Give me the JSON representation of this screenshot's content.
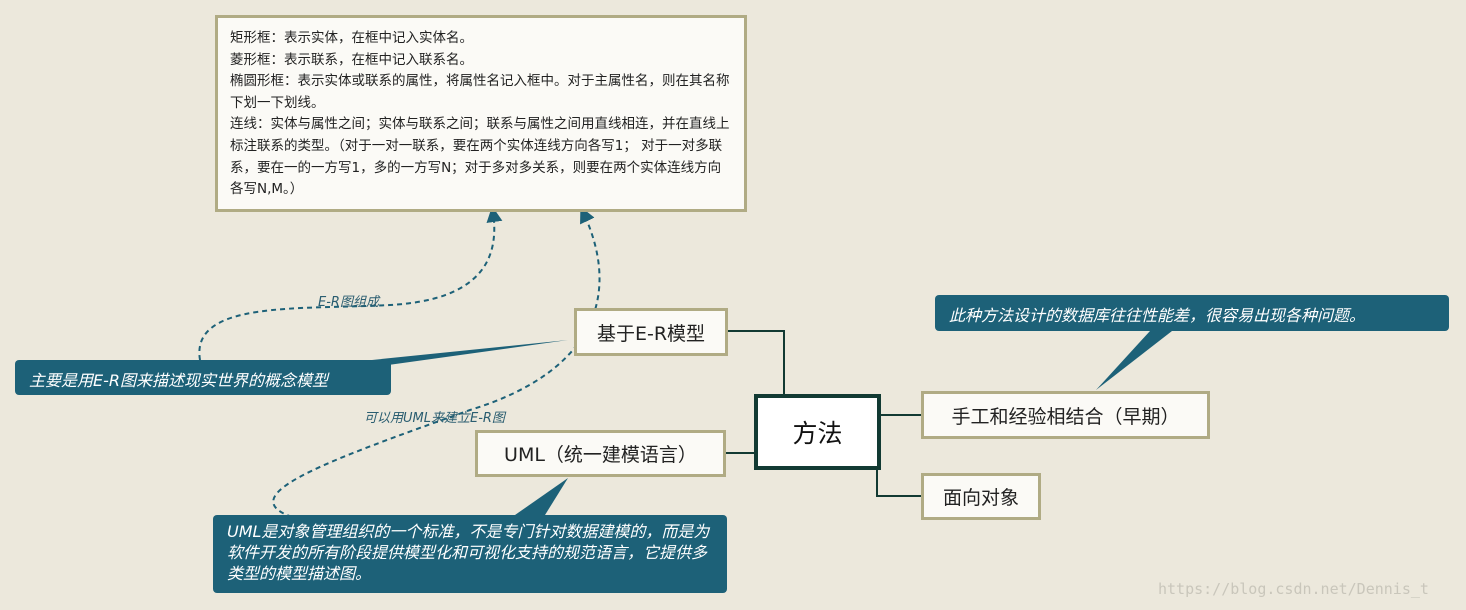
{
  "root": {
    "label": "方法"
  },
  "branches": {
    "er_model": "基于E-R模型",
    "uml": "UML（统一建模语言）",
    "manual": "手工和经验相结合（早期）",
    "object_oriented": "面向对象"
  },
  "note": {
    "lines": [
      "矩形框：表示实体，在框中记入实体名。",
      "菱形框：表示联系，在框中记入联系名。",
      "椭圆形框：表示实体或联系的属性，将属性名记入框中。对于主属性名，则在其名称下划一下划线。",
      "连线：实体与属性之间；实体与联系之间；联系与属性之间用直线相连，并在直线上标注联系的类型。（对于一对一联系，要在两个实体连线方向各写1； 对于一对多联系，要在一的一方写1，多的一方写N；对于多对多关系，则要在两个实体连线方向各写N,M。）"
    ]
  },
  "callouts": {
    "er_model": "主要是用E-R图来描述现实世界的概念模型",
    "manual": "此种方法设计的数据库往往性能差，很容易出现各种问题。",
    "uml": "UML是对象管理组织的一个标准，不是专门针对数据建模的，而是为软件开发的所有阶段提供模型化和可视化支持的规范语言，它提供多类型的模型描述图。"
  },
  "relation_labels": {
    "er_to_note": "E-R图组成",
    "uml_to_note": "可以用UML来建立E-R图"
  },
  "watermark": "https://blog.csdn.net/Dennis_t",
  "colors": {
    "background": "#ece8dc",
    "node_border": "#b0ab84",
    "root_border": "#123a33",
    "callout": "#1d6178",
    "dashed_link": "#1d6178"
  }
}
